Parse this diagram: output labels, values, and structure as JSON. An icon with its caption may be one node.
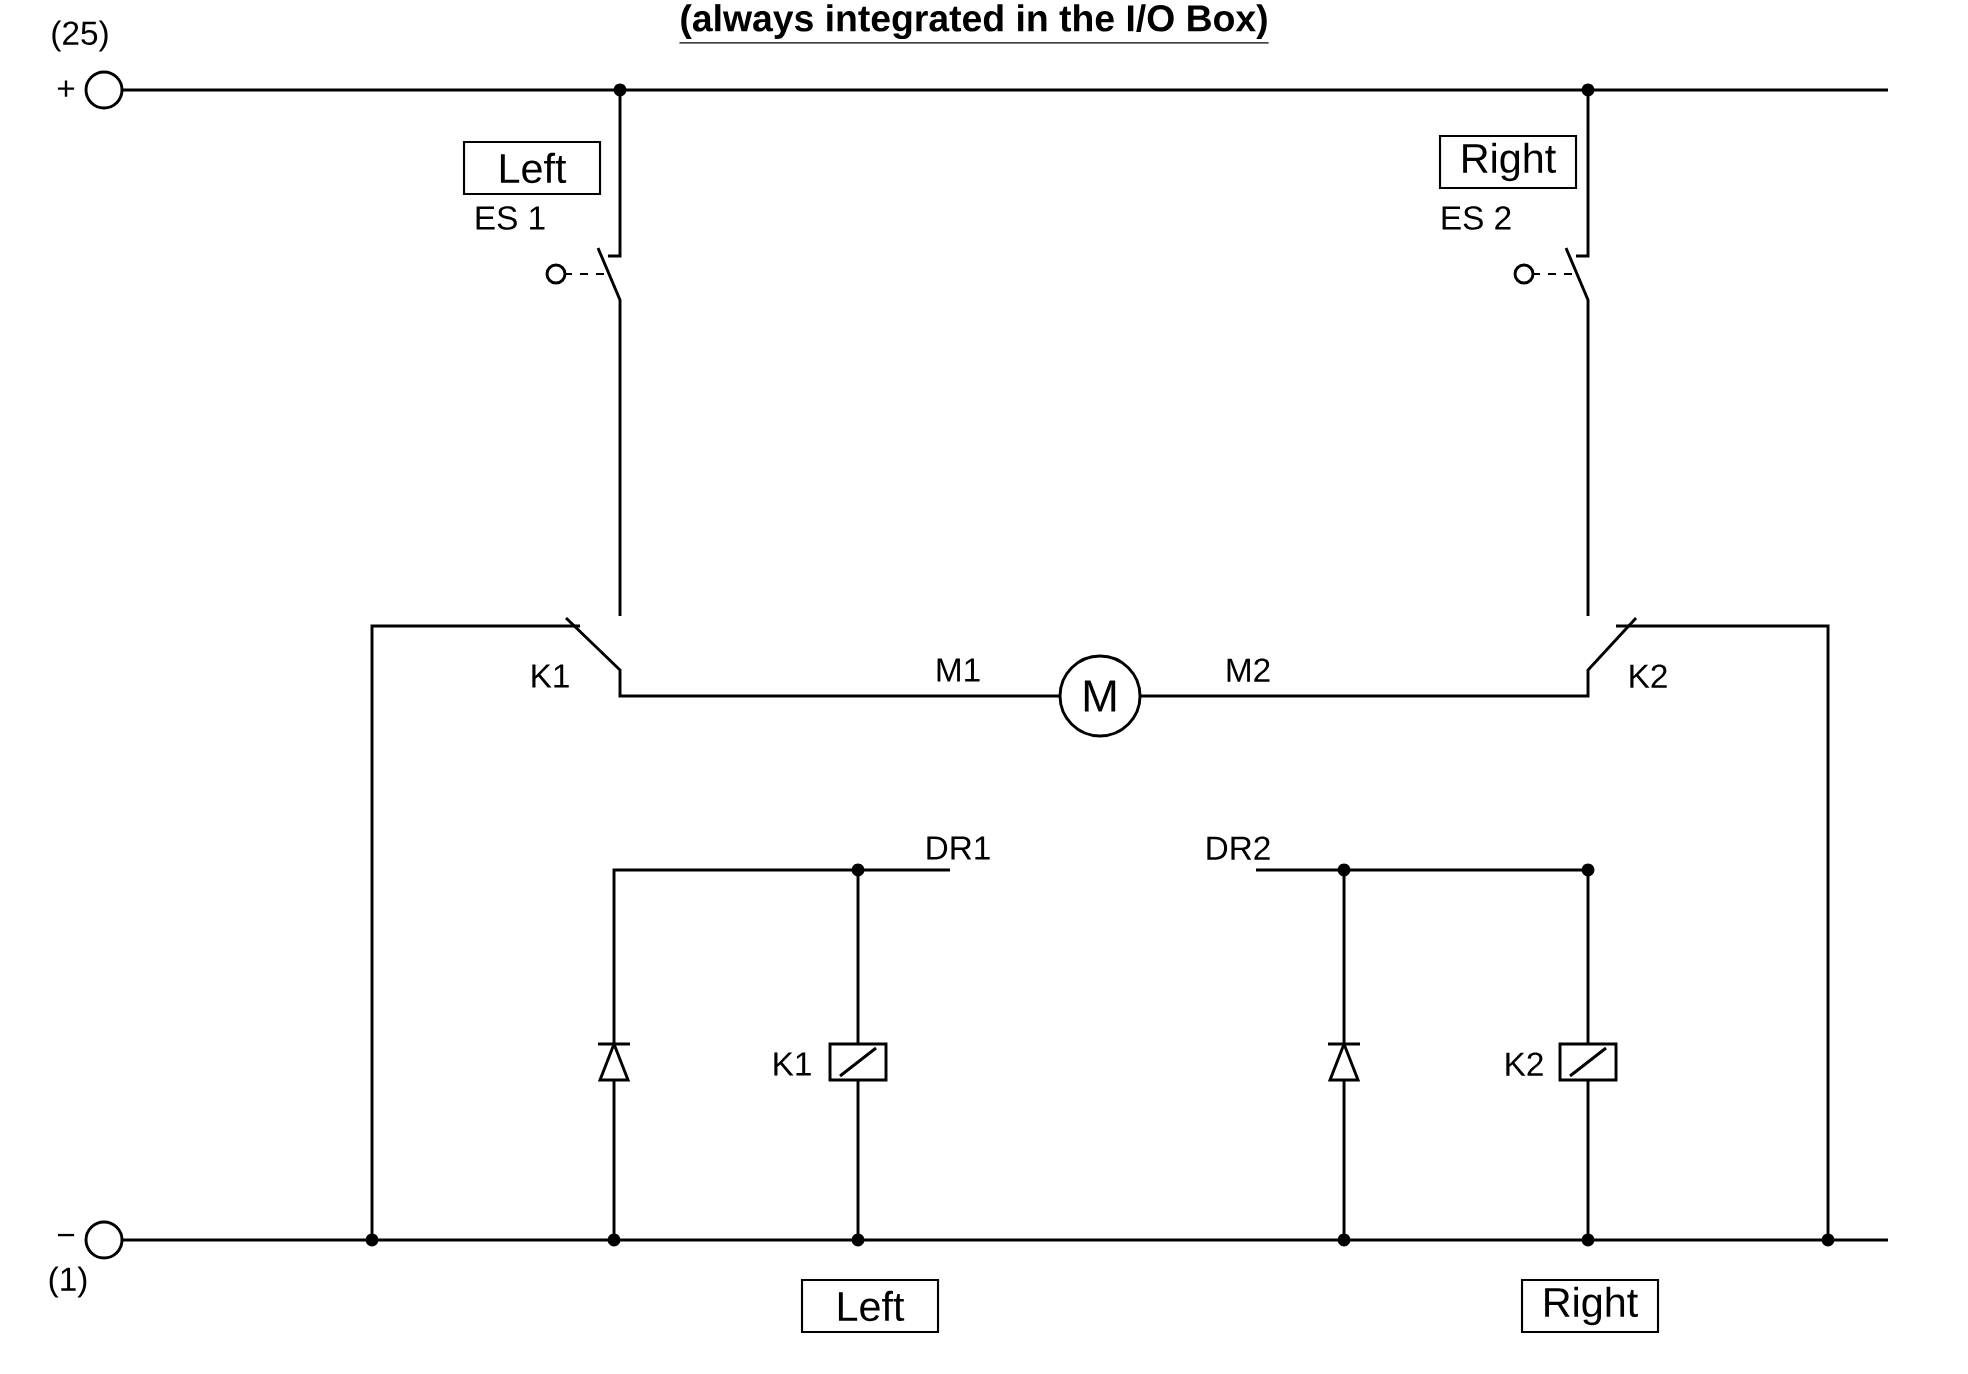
{
  "diagram": {
    "nodes": [
      {
        "text": [
          "Left"
        ]
      },
      {
        "text": [
          "Right"
        ]
      },
      {
        "text": [
          "M"
        ]
      },
      {
        "text": [
          "Left"
        ]
      },
      {
        "text": [
          "Right"
        ]
      }
    ],
    "labels": [
      "(always integrated in the I/O Box)",
      "(25)",
      "+",
      "ES 1",
      "ES 2",
      "K1",
      "M1",
      "M2",
      "K2",
      "DR1",
      "DR2",
      "K1",
      "K2",
      "−",
      "(1)"
    ]
  }
}
